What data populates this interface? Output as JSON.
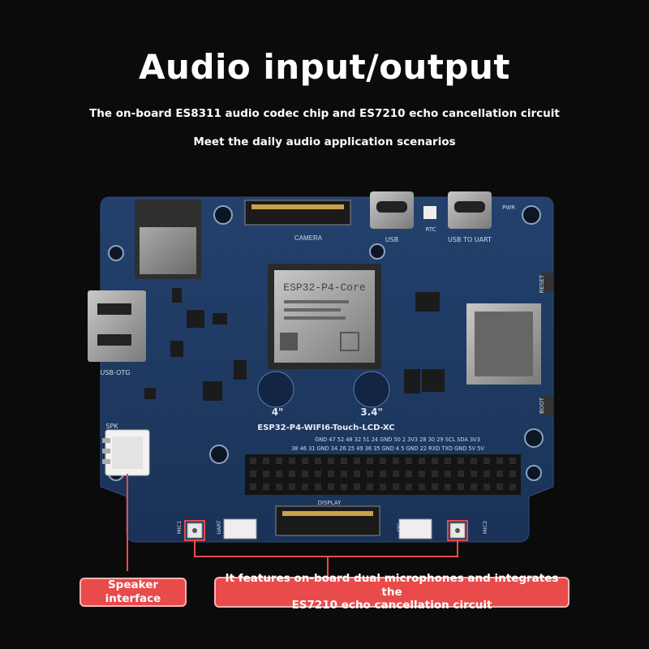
{
  "header": {
    "title": "Audio input/output",
    "line1": "The on-board ES8311 audio codec chip and ES7210 echo cancellation circuit",
    "line2": "Meet the daily audio application scenarios"
  },
  "board": {
    "module_label": "ESP32-P4-Core",
    "board_name": "ESP32-P4-WIFI6-Touch-LCD-XC",
    "camera_label": "CAMERA",
    "usb_label": "USB",
    "usb_uart_label": "USB TO UART",
    "rtc_label": "RTC",
    "pwr_label": "PWR",
    "reset_label": "RESET",
    "boot_label": "BOOT",
    "usb_otg_label": "USB-OTG",
    "spk_label": "SPK",
    "size_4": "4\"",
    "size_34": "3.4\"",
    "display_label": "DISPLAY",
    "mic1_label": "MIC1",
    "mic2_label": "MIC2",
    "uart_label": "UART",
    "i2c_label": "I2C",
    "pin_row1": "GND  47  52  48  32  51  24  GND  50  2  3V3  28  30  29  SCL SDA 3V3",
    "pin_row2": "38  46  31  GND  34  26  25  49  36  35  GND  4  5  GND  22  RXD TXD GND  5V  5V"
  },
  "callouts": {
    "speaker": "Speaker interface",
    "mic_line1": "It features on-board dual microphones and integrates the",
    "mic_line2": "ES7210 echo cancellation circuit"
  },
  "colors": {
    "board": "#1f3a63",
    "accent": "#e94a4a",
    "background": "#0b0b0b"
  }
}
